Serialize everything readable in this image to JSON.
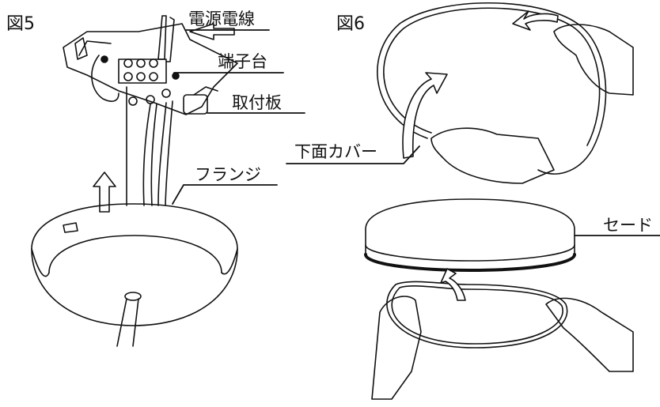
{
  "figures": [
    {
      "title": "図5",
      "labels": {
        "power_wire": "電源電線",
        "terminal_block": "端子台",
        "mounting_plate": "取付板",
        "flange": "フランジ"
      }
    },
    {
      "title": "図6",
      "labels": {
        "bottom_cover": "下面カバー",
        "shade": "セード"
      }
    }
  ]
}
